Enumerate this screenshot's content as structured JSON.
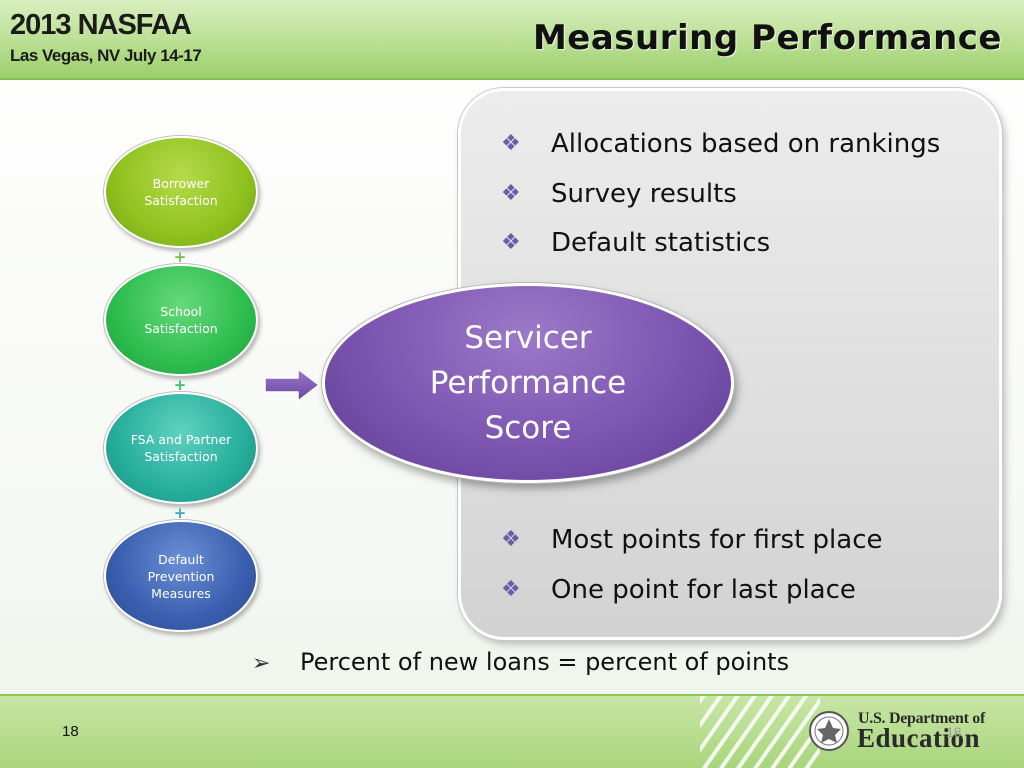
{
  "header": {
    "conference_title": "2013 NASFAA",
    "conference_subtitle": "Las Vegas, NV July 14-17",
    "slide_title": "Measuring Performance"
  },
  "content_box": {
    "top_bullets": [
      "Allocations based on rankings",
      "Survey results",
      "Default statistics"
    ],
    "bottom_bullets": [
      "Most points for first place",
      "One point for last place"
    ],
    "bullet_glyph": "❖"
  },
  "circles": [
    {
      "label": "Borrower Satisfaction",
      "color": "#8fc21f"
    },
    {
      "label": "School Satisfaction",
      "color": "#2ebd4f"
    },
    {
      "label": "FSA and Partner Satisfaction",
      "color": "#27ae9c"
    },
    {
      "label": "Default Prevention Measures",
      "color": "#3a5fae"
    }
  ],
  "plus_glyph": "+",
  "score": {
    "lines": [
      "Servicer",
      "Performance",
      "Score"
    ],
    "color": "#7c55b0"
  },
  "bottom_bullet": {
    "glyph": "➢",
    "text": "Percent of new loans = percent of points"
  },
  "footer": {
    "page_number": "18",
    "faint_page_number": "18",
    "logo_top": "U.S. Department of",
    "logo_main": "Education"
  }
}
